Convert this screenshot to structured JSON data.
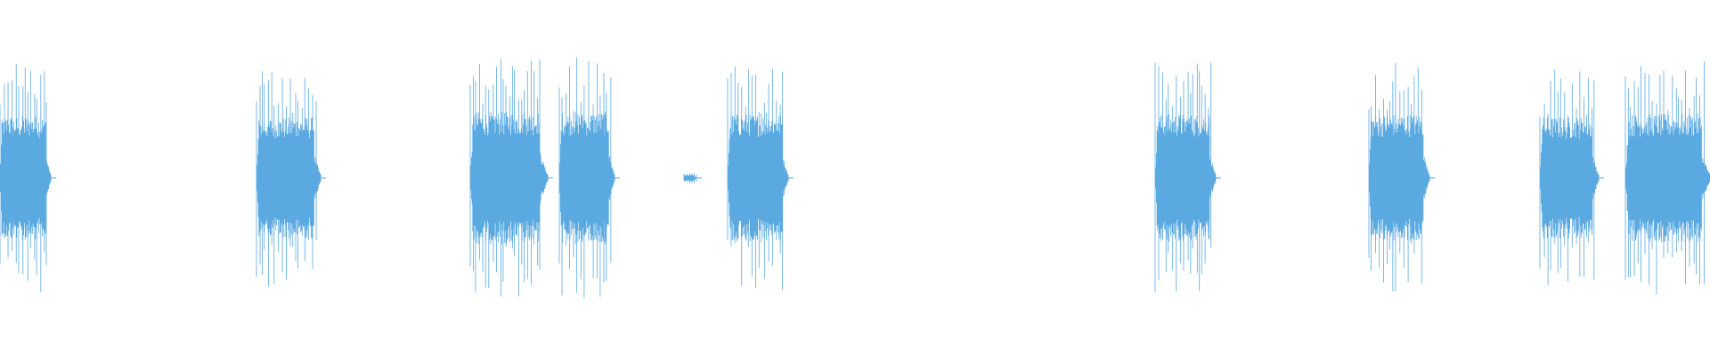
{
  "waveform": {
    "color": "#5aa9e1",
    "centerline_color": "#5aa9e1",
    "total_duration_s": 19.2,
    "time_range_s": [
      0,
      19.2
    ],
    "amplitude_range": [
      -1,
      1
    ],
    "bursts": [
      {
        "start_s": 0.0,
        "end_s": 0.57,
        "peak_amplitude": 0.8
      },
      {
        "start_s": 2.88,
        "end_s": 3.6,
        "peak_amplitude": 0.78
      },
      {
        "start_s": 5.28,
        "end_s": 6.15,
        "peak_amplitude": 0.85
      },
      {
        "start_s": 6.28,
        "end_s": 6.9,
        "peak_amplitude": 0.85
      },
      {
        "start_s": 7.68,
        "end_s": 7.82,
        "peak_amplitude": 0.04
      },
      {
        "start_s": 8.17,
        "end_s": 8.85,
        "peak_amplitude": 0.82
      },
      {
        "start_s": 12.97,
        "end_s": 13.65,
        "peak_amplitude": 0.82
      },
      {
        "start_s": 15.37,
        "end_s": 16.05,
        "peak_amplitude": 0.82
      },
      {
        "start_s": 17.29,
        "end_s": 17.95,
        "peak_amplitude": 0.78
      },
      {
        "start_s": 18.25,
        "end_s": 19.2,
        "peak_amplitude": 0.82
      }
    ]
  }
}
